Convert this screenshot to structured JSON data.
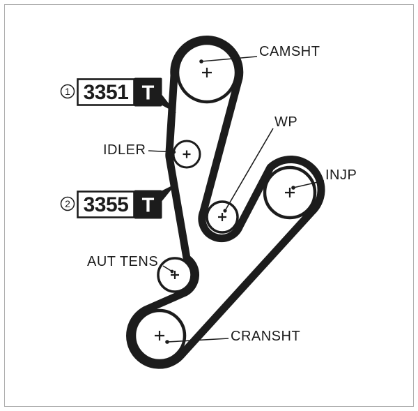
{
  "diagram": {
    "labels": {
      "camshaft": "CAMSHT",
      "idler": "IDLER",
      "water_pump": "WP",
      "injection_pump": "INJP",
      "tensioner": "AUT TENS",
      "crankshaft": "CRANSHT"
    },
    "plates": [
      {
        "index": "1",
        "number": "3351",
        "logo": "T"
      },
      {
        "index": "2",
        "number": "3355",
        "logo": "T"
      }
    ],
    "colors": {
      "ink": "#1c1c1c",
      "background": "#ffffff",
      "frame": "#aeaeae"
    }
  }
}
